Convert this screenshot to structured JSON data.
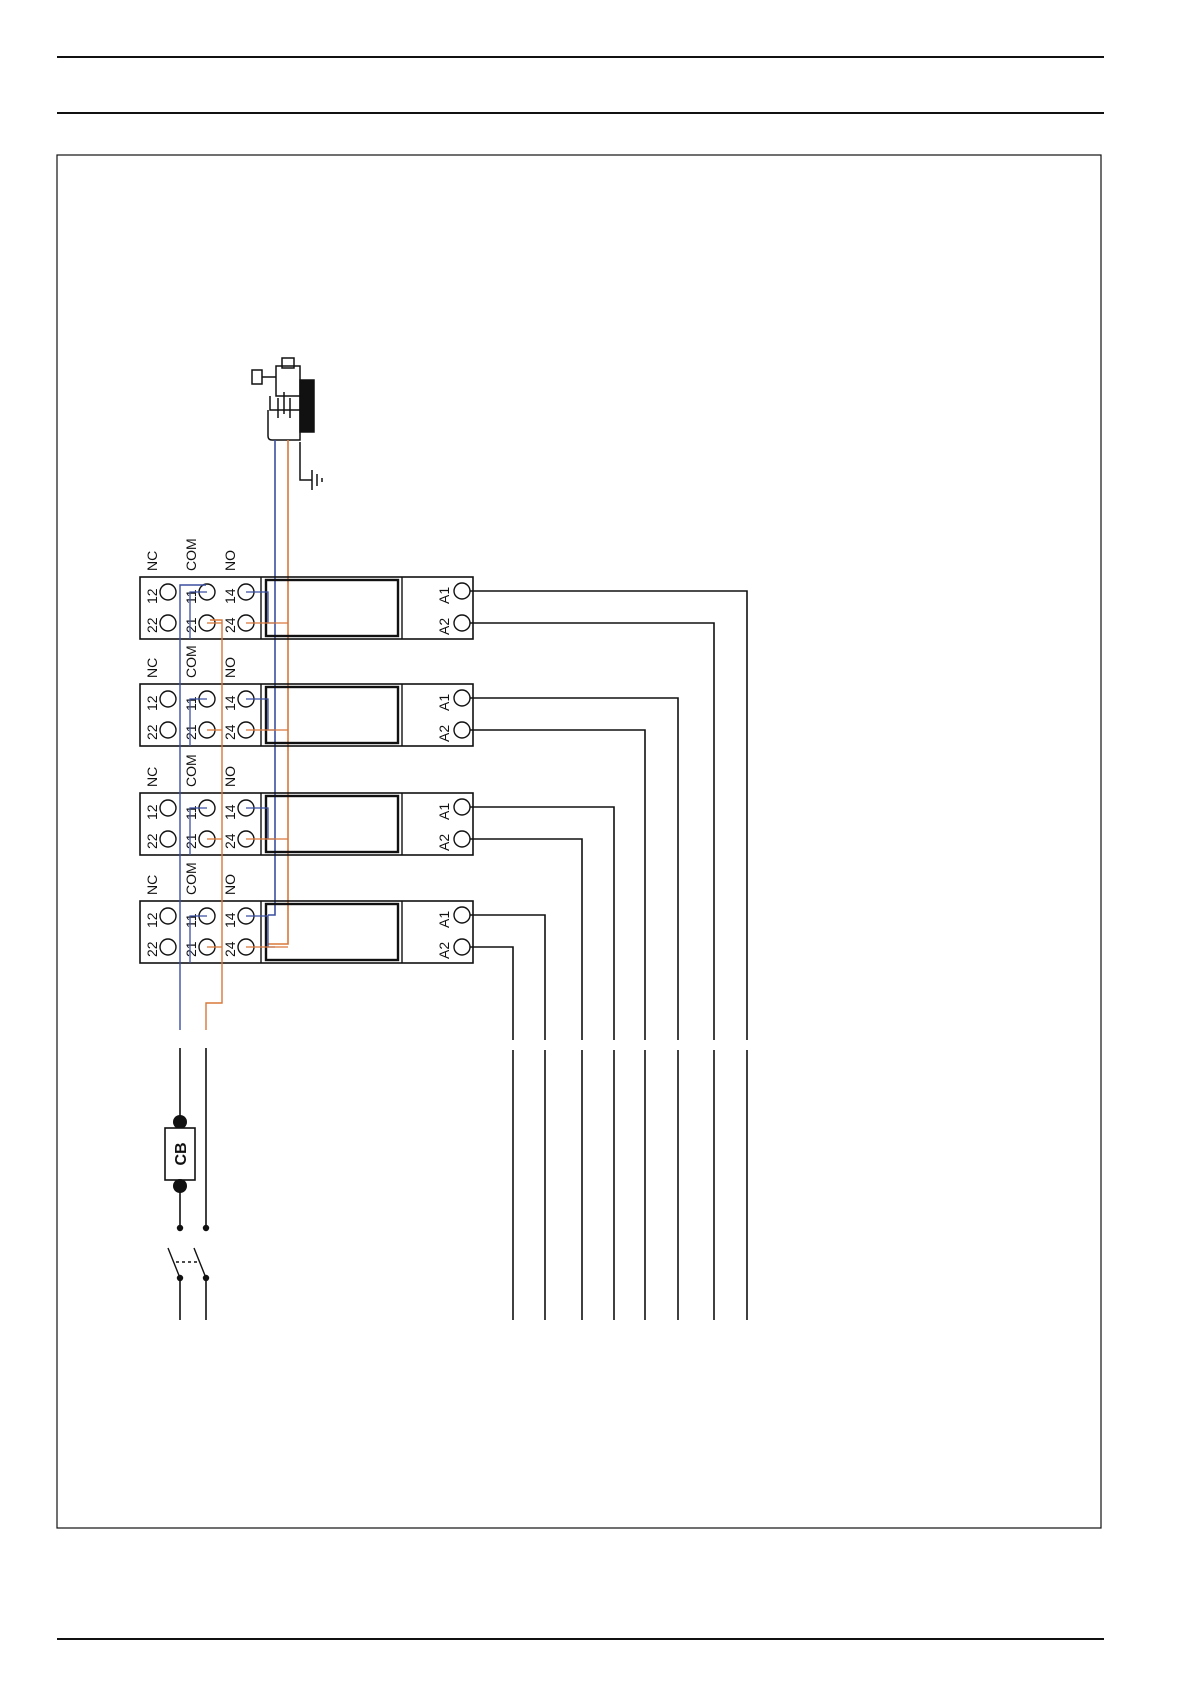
{
  "colors": {
    "line": "#111111",
    "wire_blue": "#3b4fa0",
    "wire_orange": "#d9783a"
  },
  "relays": [
    {
      "header_nc": "NC",
      "header_com": "COM",
      "header_no": "NO",
      "t12": "12",
      "t22": "22",
      "t11": "11",
      "t21": "21",
      "t14": "14",
      "t24": "24",
      "coil_a1": "A1",
      "coil_a2": "A2"
    },
    {
      "header_nc": "NC",
      "header_com": "COM",
      "header_no": "NO",
      "t12": "12",
      "t22": "22",
      "t11": "11",
      "t21": "21",
      "t14": "14",
      "t24": "24",
      "coil_a1": "A1",
      "coil_a2": "A2"
    },
    {
      "header_nc": "NC",
      "header_com": "COM",
      "header_no": "NO",
      "t12": "12",
      "t22": "22",
      "t11": "11",
      "t21": "21",
      "t14": "14",
      "t24": "24",
      "coil_a1": "A1",
      "coil_a2": "A2"
    },
    {
      "header_nc": "NC",
      "header_com": "COM",
      "header_no": "NO",
      "t12": "12",
      "t22": "22",
      "t11": "11",
      "t21": "21",
      "t14": "14",
      "t24": "24",
      "coil_a1": "A1",
      "coil_a2": "A2"
    }
  ],
  "breaker_label": "CB",
  "icons": {
    "sensor": "sensor-probe-icon",
    "ground": "ground-icon",
    "switch": "double-pole-switch-icon"
  }
}
